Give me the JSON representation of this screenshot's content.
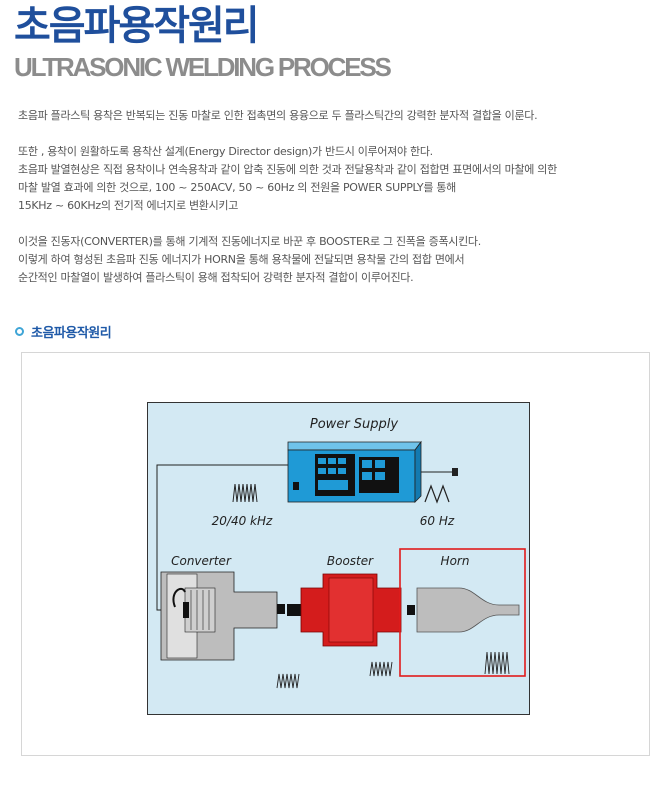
{
  "header": {
    "title_ko": "초음파용작원리",
    "title_en": "ULTRASONIC WELDING PROCESS"
  },
  "body": {
    "paragraph1": [
      "초음파 플라스틱 용착은 반복되는 진동 마찰로 인한 접촉면의 용융으로 두 플라스틱간의 강력한 분자적 결합을 이룬다."
    ],
    "paragraph2": [
      "또한 , 용착이 원활하도록 용착산 설계(Energy Director design)가 반드시 이루어져야 한다.",
      "초음파 발열현상은 직접 용착이나 연속용착과 같이 압축 진동에 의한 것과 전달용착과 같이 접합면 표면에서의 마찰에 의한",
      "마찰 발열 효과에 의한 것으로, 100 ~ 250ACV, 50 ~ 60Hz 의 전원을  POWER SUPPLY를 통해",
      "15KHz ~ 60KHz의 전기적 에너지로 변환시키고"
    ],
    "paragraph3": [
      "이것을 진동자(CONVERTER)를 통해 기계적 진동에너지로 바꾼 후 BOOSTER로 그 진폭을 증폭시킨다.",
      "이렇게 하여 형성된 초음파 진동 에너지가 HORN을 통해 용착물에 전달되면 용착물 간의 접합 면에서",
      "순간적인 마찰열이 발생하여 플라스틱이 용해 접착되어 강력한 분자적 결합이 이루어진다."
    ]
  },
  "section": {
    "title": "초음파용작원리"
  },
  "diagram": {
    "power_supply_label": "Power Supply",
    "freq_converter_label": "20/40 kHz",
    "freq_mains_label": "60 Hz",
    "converter_label": "Converter",
    "booster_label": "Booster",
    "horn_label": "Horn",
    "colors": {
      "background": "#d3e9f3",
      "power_supply": "#1f9ad6",
      "booster": "#d41c1c",
      "horn": "#bdbdbd",
      "converter": "#bdbdbd",
      "highlight_box": "#e11b1b"
    }
  }
}
